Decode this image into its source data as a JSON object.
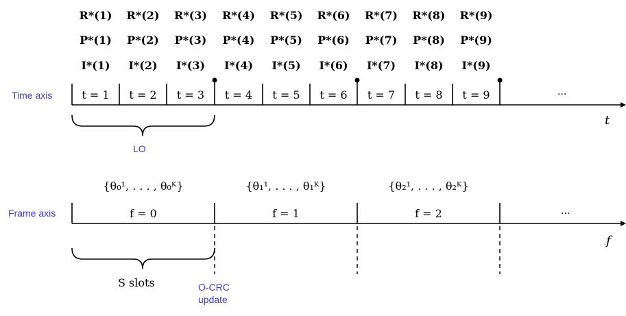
{
  "colors": {
    "label": "#3b3bd6",
    "line": "#000000"
  },
  "time_axis": {
    "label": "Time axis",
    "variable": "t",
    "slots": [
      "t = 1",
      "t = 2",
      "t = 3",
      "t = 4",
      "t = 5",
      "t = 6",
      "t = 7",
      "t = 8",
      "t = 9"
    ],
    "ellipsis": "···",
    "rows": [
      [
        "R*(1)",
        "R*(2)",
        "R*(3)",
        "R*(4)",
        "R*(5)",
        "R*(6)",
        "R*(7)",
        "R*(8)",
        "R*(9)"
      ],
      [
        "P*(1)",
        "P*(2)",
        "P*(3)",
        "P*(4)",
        "P*(5)",
        "P*(6)",
        "P*(7)",
        "P*(8)",
        "P*(9)"
      ],
      [
        "I*(1)",
        "I*(2)",
        "I*(3)",
        "I*(4)",
        "I*(5)",
        "I*(6)",
        "I*(7)",
        "I*(8)",
        "I*(9)"
      ]
    ],
    "brace_label": "LO"
  },
  "frame_axis": {
    "label": "Frame axis",
    "variable": "f",
    "frames": [
      "f = 0",
      "f = 1",
      "f = 2"
    ],
    "params": [
      "{θ₀¹, . . . , θ₀ᴷ}",
      "{θ₁¹, . . . , θ₁ᴷ}",
      "{θ₂¹, . . . , θ₂ᴷ}"
    ],
    "ellipsis": "···",
    "brace_label": "S slots",
    "update_label_line1": "O-CRC",
    "update_label_line2": "update"
  }
}
